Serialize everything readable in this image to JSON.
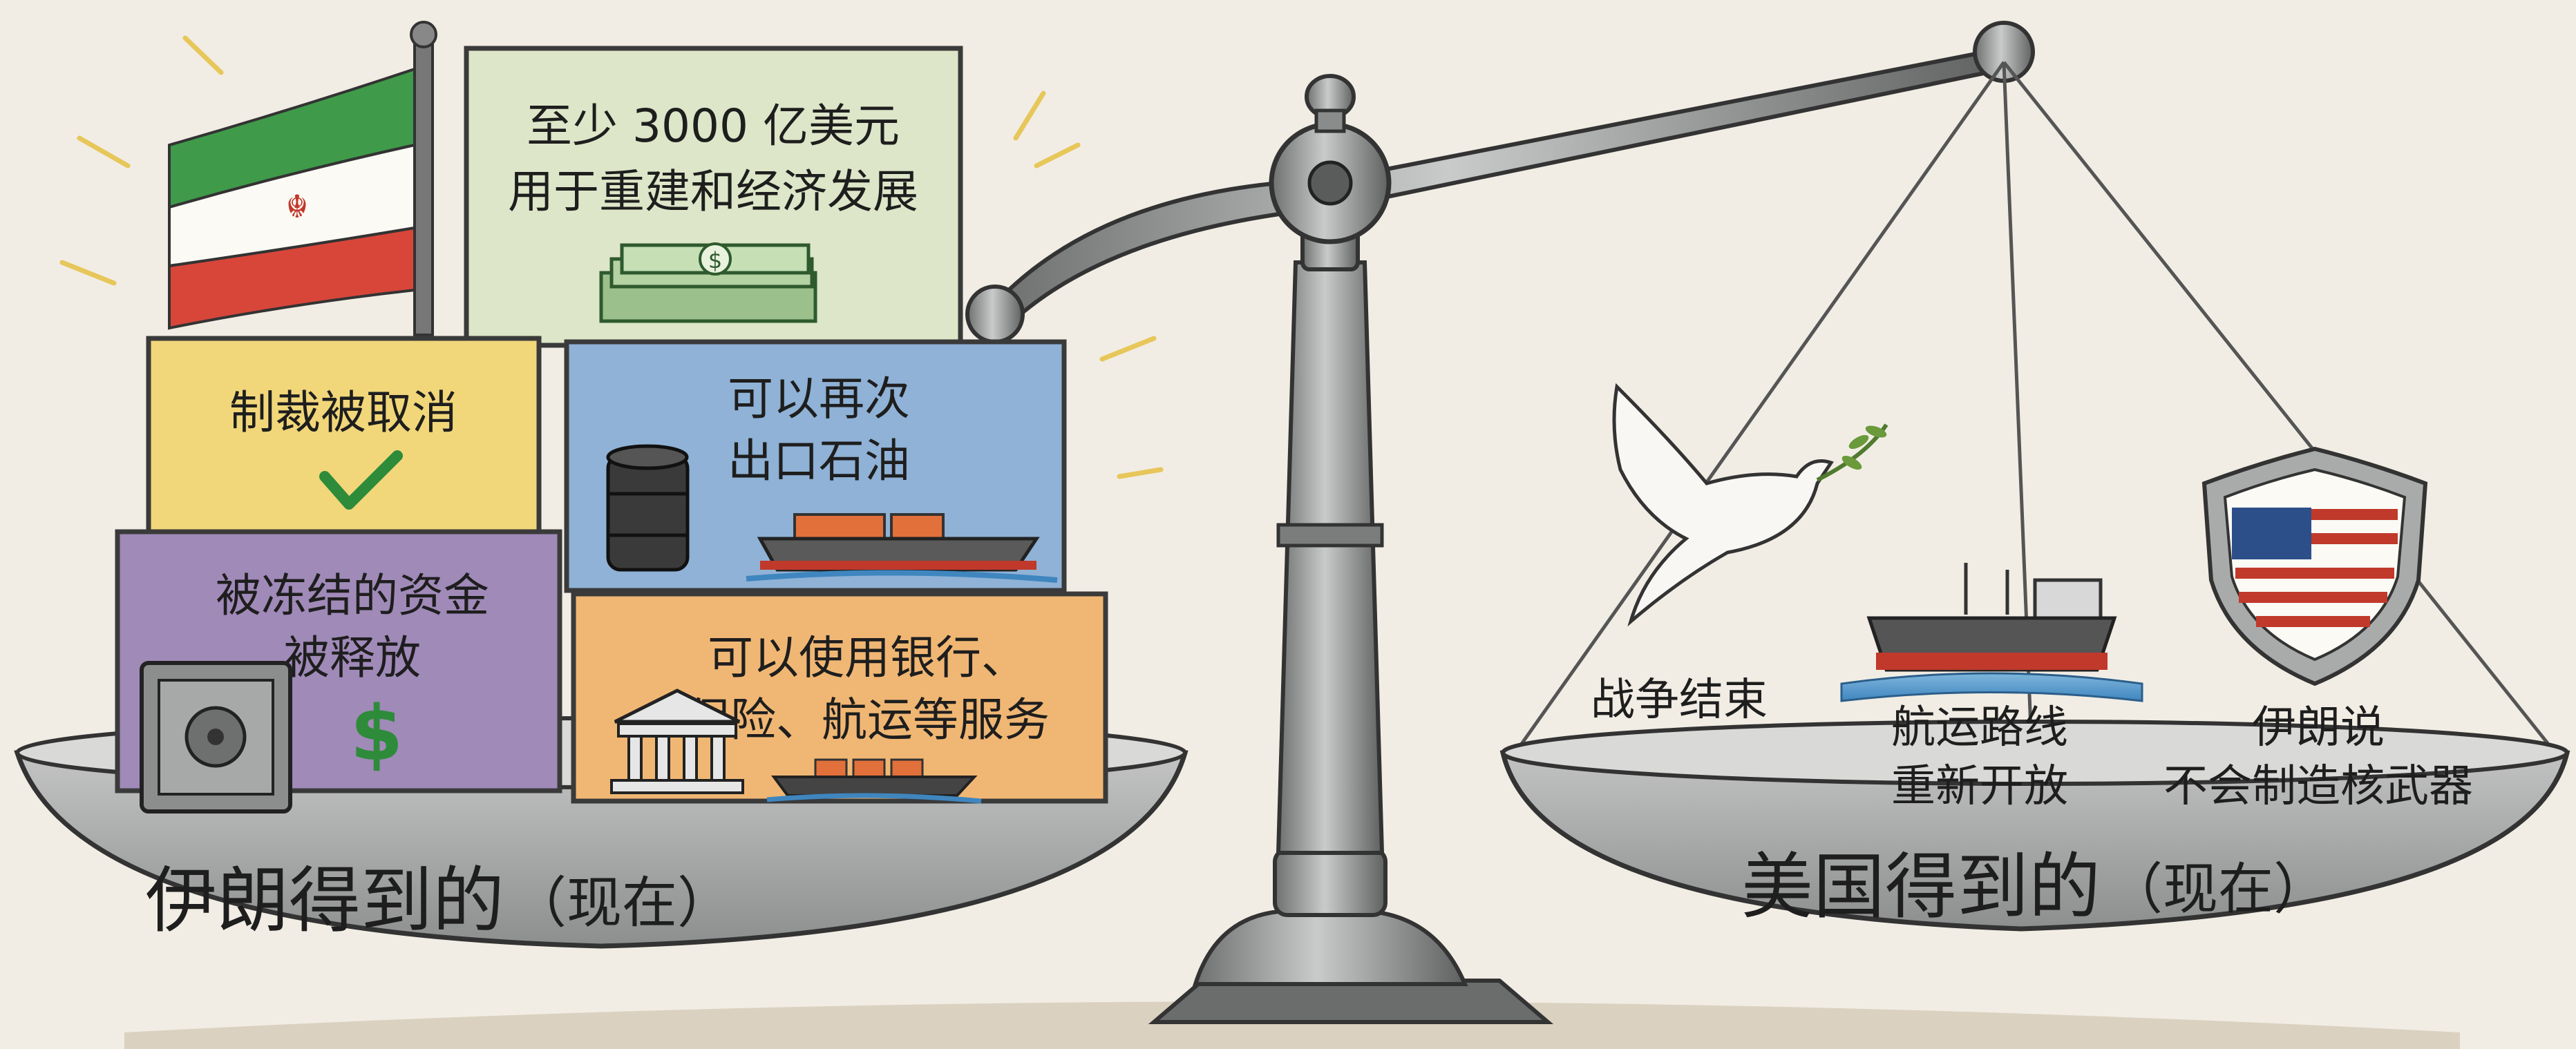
{
  "left_pan": {
    "label": "伊朗得到的",
    "note": "（现在）",
    "items": {
      "reconstruction": {
        "line1": "至少 3000 亿美元",
        "line2": "用于重建和经济发展"
      },
      "sanctions": {
        "line1": "制裁被取消"
      },
      "oil": {
        "line1": "可以再次",
        "line2": "出口石油"
      },
      "funds": {
        "line1": "被冻结的资金",
        "line2": "被释放"
      },
      "services": {
        "line1": "可以使用银行、",
        "line2": "保险、航运等服务"
      }
    }
  },
  "right_pan": {
    "label": "美国得到的",
    "note": "（现在）",
    "items": {
      "war_end": {
        "line1": "战争结束"
      },
      "shipping": {
        "line1": "航运路线",
        "line2": "重新开放"
      },
      "nuclear": {
        "line1": "伊朗说",
        "line2": "不会制造核武器"
      }
    }
  },
  "colors": {
    "background": "#f1ede4",
    "iron": "#8a8c8c",
    "green_box": "#dde6c8",
    "yellow_box": "#f1d77a",
    "blue_box": "#8fb2d6",
    "purple_box": "#a08ab8",
    "orange_box": "#f0b774",
    "flag_green": "#3f9a4a",
    "flag_red": "#d8463a",
    "us_red": "#c0392b",
    "us_blue": "#2c4f8a"
  }
}
